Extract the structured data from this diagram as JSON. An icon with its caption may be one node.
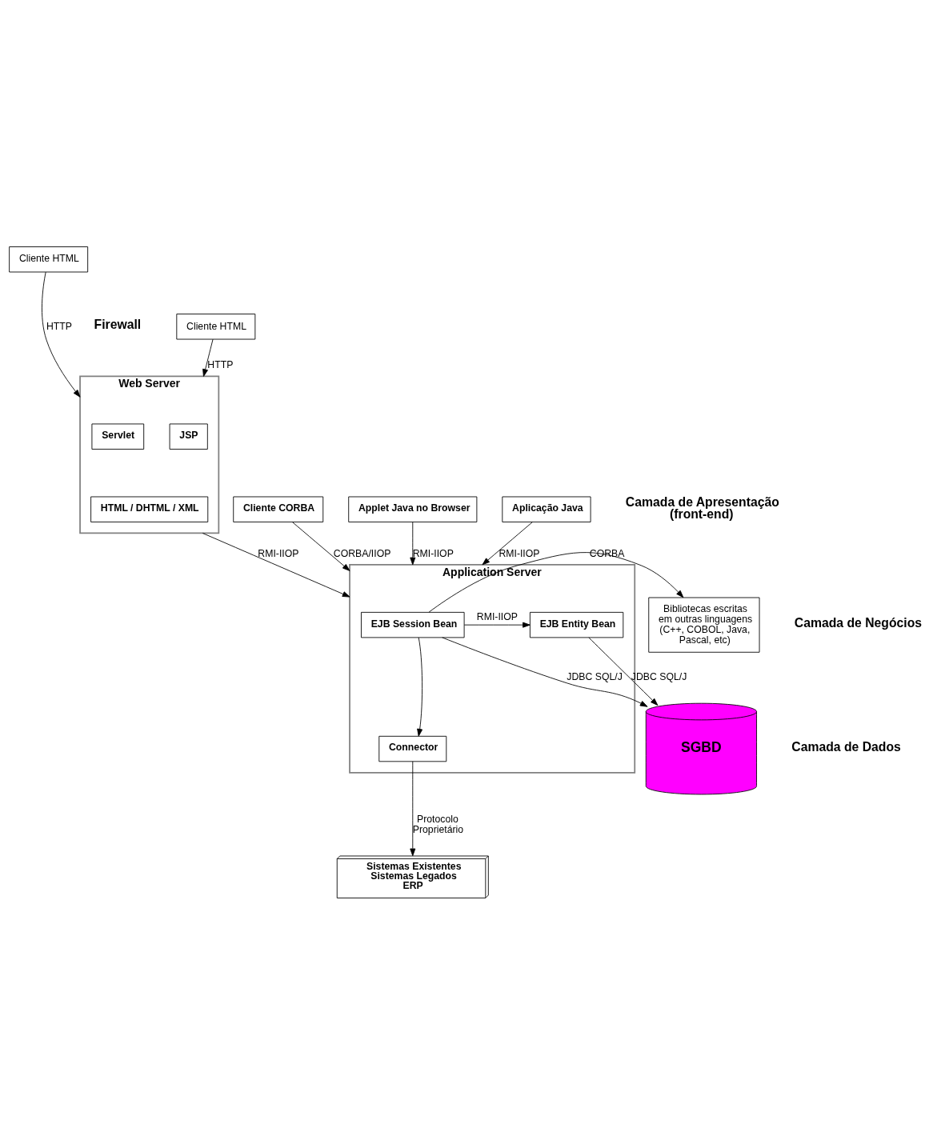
{
  "diagram": {
    "nodes": [
      {
        "text": [
          "Cliente HTML"
        ]
      },
      {
        "text": [
          "Cliente HTML"
        ]
      },
      {
        "text": [
          "Web Server"
        ]
      },
      {
        "text": [
          "Servlet"
        ],
        "in": 2
      },
      {
        "text": [
          "JSP"
        ],
        "in": 2
      },
      {
        "text": [
          "HTML / DHTML / XML"
        ],
        "in": 2
      },
      {
        "text": [
          "Cliente CORBA"
        ]
      },
      {
        "text": [
          "Applet Java no Browser"
        ]
      },
      {
        "text": [
          "Aplicação Java"
        ]
      },
      {
        "text": [
          "Application Server"
        ]
      },
      {
        "text": [
          "EJB Session Bean"
        ],
        "in": 9
      },
      {
        "text": [
          "EJB Entity Bean"
        ],
        "in": 9
      },
      {
        "text": [
          "Connector"
        ],
        "in": 9
      },
      {
        "text": [
          "Bibliotecas escritas em outras linguagens (C++, COBOL, Java, Pascal, etc)"
        ]
      },
      {
        "text": [
          "SGBD"
        ]
      },
      {
        "text": [
          "Sistemas Existentes",
          "Sistemas Legados",
          "ERP"
        ]
      }
    ],
    "edges": [
      {
        "from": 0,
        "to": 2,
        "arrow": "to",
        "label": "HTTP"
      },
      {
        "from": 1,
        "to": 2,
        "arrow": "to",
        "label": "HTTP"
      },
      {
        "from": 6,
        "to": 9,
        "arrow": "to",
        "label": "CORBA/IIOP"
      },
      {
        "from": 7,
        "to": 9,
        "arrow": "to",
        "label": "RMI-IIOP"
      },
      {
        "from": 8,
        "to": 9,
        "arrow": "to",
        "label": "RMI-IIOP"
      },
      {
        "from": 2,
        "to": 9,
        "arrow": "to",
        "label": "RMI-IIOP"
      },
      {
        "from": 10,
        "to": 13,
        "arrow": "to",
        "label": "CORBA"
      },
      {
        "from": 10,
        "to": 12,
        "arrow": "to"
      },
      {
        "from": 10,
        "to": 11,
        "arrow": "to",
        "label": "RMI-IIOP"
      },
      {
        "from": 10,
        "to": 14,
        "arrow": "to",
        "label": "JDBC SQL/J"
      },
      {
        "from": 11,
        "to": 14,
        "arrow": "to",
        "label": "JDBC SQL/J"
      },
      {
        "from": 12,
        "to": 15,
        "arrow": "to",
        "label": "Protocolo Proprietário"
      }
    ],
    "labels": [
      "Camada de Apresentação (front-end)",
      "Firewall",
      "Camada de Negócios",
      "Camada de Dados"
    ]
  }
}
